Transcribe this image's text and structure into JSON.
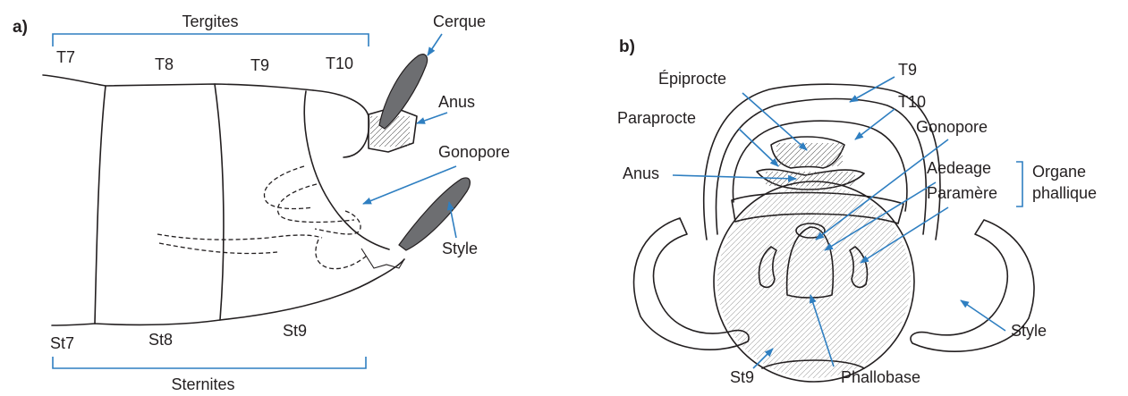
{
  "panel_a": {
    "panel_label": "a)",
    "tergites": "Tergites",
    "sternites": "Sternites",
    "t7": "T7",
    "t8": "T8",
    "t9": "T9",
    "t10": "T10",
    "st7": "St7",
    "st8": "St8",
    "st9": "St9",
    "cerque": "Cerque",
    "anus": "Anus",
    "gonopore": "Gonopore",
    "style": "Style"
  },
  "panel_b": {
    "panel_label": "b)",
    "t9": "T9",
    "t10": "T10",
    "epiprocte": "Épiprocte",
    "paraprocte": "Paraprocte",
    "gonopore": "Gonopore",
    "anus": "Anus",
    "aedeage": "Aedeage",
    "paramere": "Paramère",
    "organe_line1": "Organe",
    "organe_line2": "phallique",
    "style": "Style",
    "st9": "St9",
    "phallobase": "Phallobase"
  },
  "colors": {
    "accent": "#2f7fc1",
    "ink": "#231f20",
    "fill_dark": "#6d6e71"
  }
}
